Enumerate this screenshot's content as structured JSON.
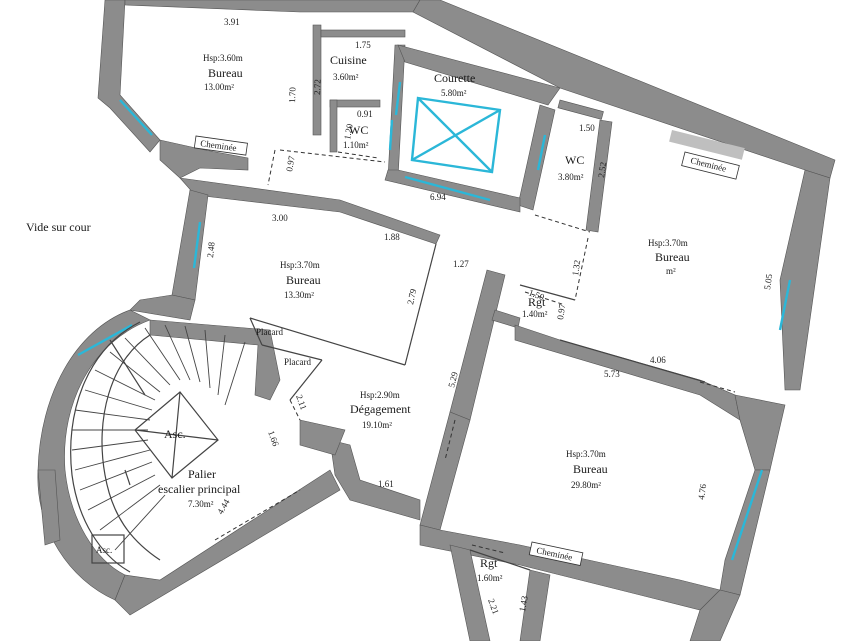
{
  "outside": {
    "vide_sur_cour": "Vide sur cour"
  },
  "rooms": {
    "bureau_top": {
      "hsp": "Hsp:3.60m",
      "name": "Bureau",
      "area": "13.00m²"
    },
    "cuisine": {
      "name": "Cuisine",
      "area": "3.60m²"
    },
    "courette": {
      "name": "Courette",
      "area": "5.80m²"
    },
    "wc_small": {
      "name": "WC",
      "area": "1.10m²"
    },
    "wc_right": {
      "name": "WC",
      "area": "3.80m²"
    },
    "bureau_right": {
      "hsp": "Hsp:3.70m",
      "name": "Bureau",
      "area": "m²"
    },
    "bureau_middle": {
      "hsp": "Hsp:3.70m",
      "name": "Bureau",
      "area": "13.30m²"
    },
    "rgt_middle": {
      "name": "Rgt",
      "area": "1.40m²"
    },
    "degagement": {
      "hsp": "Hsp:2.90m",
      "name": "Dégagement",
      "area": "19.10m²"
    },
    "bureau_big": {
      "hsp": "Hsp:3.70m",
      "name": "Bureau",
      "area": "29.80m²"
    },
    "palier": {
      "name": "Palier",
      "name2": "escalier principal",
      "area": "7.30m²"
    },
    "rgt_bottom": {
      "name": "Rgt",
      "area": "1.60m²"
    }
  },
  "labels": {
    "cheminee_1": "Cheminée",
    "cheminee_2": "Cheminée",
    "cheminee_3": "Cheminée",
    "placard_1": "Placard",
    "placard_2": "Placard",
    "asc_1": "Asc.",
    "asc_2": "Asc."
  },
  "dimensions": {
    "d391": "3.91",
    "d175": "1.75",
    "d170": "1.70",
    "d272": "2.72",
    "d091": "0.91",
    "d120": "1.20",
    "d097a": "0.97",
    "d694": "6.94",
    "d150": "1.50",
    "d252": "2.52",
    "d300": "3.00",
    "d188": "1.88",
    "d248": "2.48",
    "d127": "1.27",
    "d132": "1.32",
    "d279": "2.79",
    "d150b": "1.50",
    "d097b": "0.97",
    "d505": "5.05",
    "d529": "5.29",
    "d406": "4.06",
    "d573": "5.73",
    "d211": "2.11",
    "d166": "1.66",
    "d161": "1.61",
    "d444": "4.44",
    "d476": "4.76",
    "d221": "2.21",
    "d143": "1.43"
  }
}
